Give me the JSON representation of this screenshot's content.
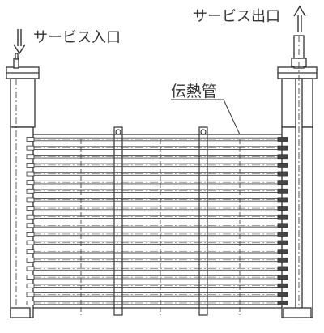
{
  "labels": {
    "inlet": "サービス入口",
    "outlet": "サービス出口",
    "tube": "伝熱管"
  },
  "colors": {
    "line": "#333333",
    "tube": "#444444",
    "background": "#ffffff"
  },
  "tube_rows": 20
}
